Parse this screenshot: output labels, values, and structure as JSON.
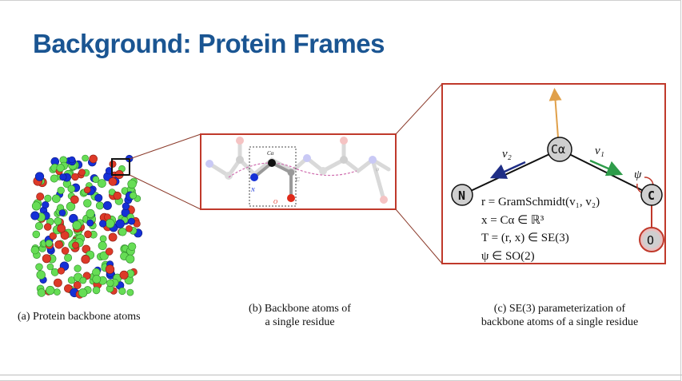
{
  "title": "Background: Protein Frames",
  "captions": {
    "a": "(a) Protein backbone atoms",
    "b_line1": "(b) Backbone atoms of",
    "b_line2": "a single residue",
    "c_line1": "(c) SE(3) parameterization of",
    "c_line2": "backbone atoms of a single residue"
  },
  "panel_c": {
    "atoms": {
      "N": "N",
      "CA": "Cα",
      "C": "C",
      "O": "O"
    },
    "vectors": {
      "v1": "v₁",
      "v2": "v₂",
      "psi": "ψ"
    },
    "equations": [
      "r = GramSchmidt(v₁, v₂)",
      "x = Cα ∈ ℝ³",
      "T = (r, x) ∈ SE(3)",
      "ψ ∈ SO(2)"
    ]
  },
  "panel_b": {
    "labels": [
      "Cα",
      "N",
      "O",
      "C",
      "ψ"
    ]
  },
  "colors": {
    "title": "#1a5592",
    "frame_red": "#c0392b",
    "orange_arrow": "#e0a04a",
    "v1_green": "#2e9c4a",
    "v2_navy": "#1f2e86",
    "nitrogen_blue": "#1530d6",
    "carbon_green": "#66dd55",
    "oxygen_red": "#dd3a28"
  }
}
